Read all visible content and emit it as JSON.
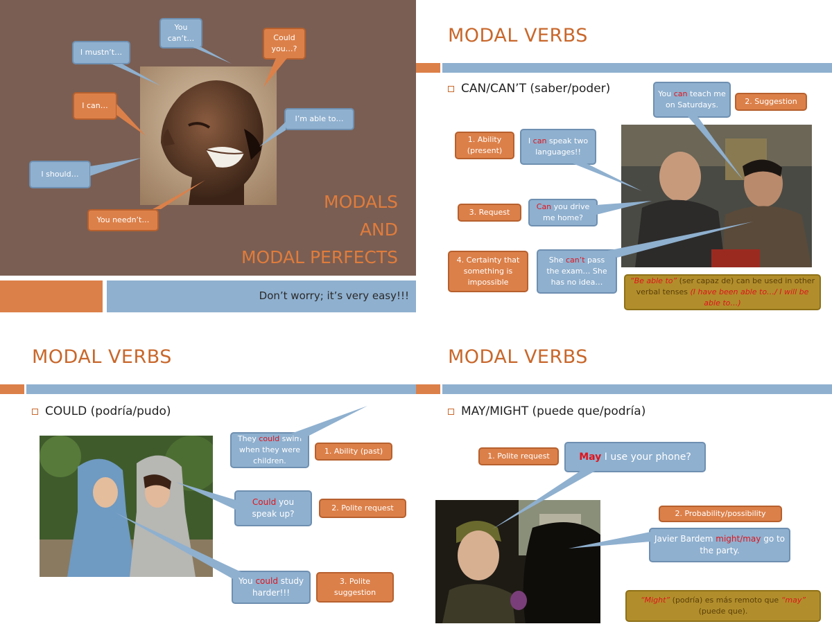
{
  "slide1": {
    "title_line1": "MODALS",
    "title_line2": "AND",
    "title_line3": "MODAL PERFECTS",
    "subtitle": "Don’t worry; it’s very easy!!!",
    "bubbles": {
      "you_cant": "You can’t…",
      "could_you": "Could you…?",
      "i_mustnt": "I mustn’t…",
      "i_can": "I can…",
      "im_able_to": "I’m able to…",
      "i_should": "I should…",
      "you_neednt": "You needn’t…"
    }
  },
  "slide2": {
    "title": "MODAL VERBS",
    "bullet": "CAN/CAN’T (saber/poder)",
    "labels": {
      "ability": "1. Ability (present)",
      "suggestion": "2. Suggestion",
      "request": "3. Request",
      "certainty": "4. Certainty that something is impossible"
    },
    "bubbles": {
      "teach_pre": "You ",
      "teach_red": "can",
      "teach_post": " teach me on Saturdays.",
      "speak_pre": "I ",
      "speak_red": "can",
      "speak_post": " speak two languages!!",
      "drive_red": "Can",
      "drive_post": " you drive me home?",
      "pass_pre": "She ",
      "pass_red": "can’t",
      "pass_post": " pass the exam… She has no idea…"
    },
    "note": {
      "red1": "“Be able to”",
      "mid": " (ser capaz de) can be used in other verbal tenses ",
      "red2": "(I have been able to…/ I will be able to…)"
    }
  },
  "slide3": {
    "title": "MODAL VERBS",
    "bullet": "COULD (podría/pudo)",
    "labels": {
      "ability_past": "1. Ability (past)",
      "polite_request": "2. Polite request",
      "polite_suggestion": "3. Polite suggestion"
    },
    "bubbles": {
      "swim_pre": "They ",
      "swim_red": "could",
      "swim_post": " swim when they were children.",
      "speak_red": "Could",
      "speak_post": " you speak up?",
      "study_pre": "You ",
      "study_red": "could",
      "study_post": " study harder!!!"
    }
  },
  "slide4": {
    "title": "MODAL VERBS",
    "bullet": "MAY/MIGHT (puede que/podría)",
    "labels": {
      "polite_request": "1. Polite request",
      "probability": "2. Probability/possibility"
    },
    "bubbles": {
      "phone_red": "May",
      "phone_post": " I use your phone?",
      "party_pre": "Javier Bardem ",
      "party_red": "might/may",
      "party_post": " go to the party."
    },
    "note": {
      "red1": "“Might”",
      "mid1": " (podría) es más remoto que ",
      "red2": "“may”",
      "mid2": " (puede que)."
    }
  },
  "colors": {
    "orange": "#dc8049",
    "blue": "#8fb0cf",
    "brown": "#7a5e53",
    "title_orange": "#c8672b",
    "olive": "#b18e2b",
    "red": "#e0141c"
  }
}
